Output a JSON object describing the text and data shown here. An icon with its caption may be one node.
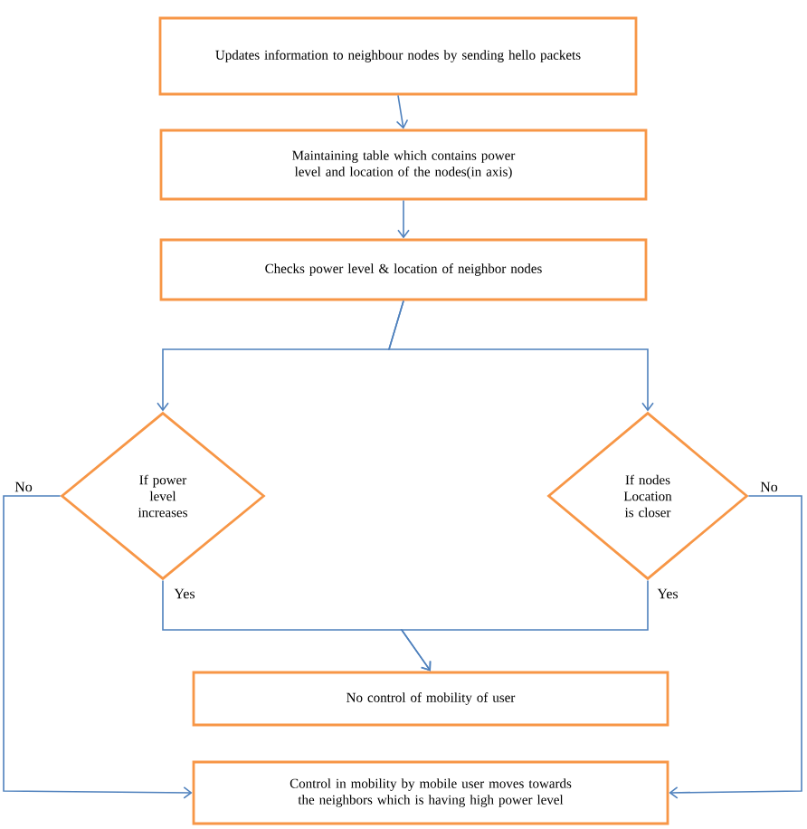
{
  "diagram": {
    "nodes": [
      {
        "text": [
          "Updates information to neighbour nodes by sending hello packets"
        ]
      },
      {
        "text": [
          "Maintaining table which contains power level and location of the nodes(in axis)"
        ]
      },
      {
        "text": [
          "Checks power level & location of neighbor nodes"
        ]
      },
      {
        "text": [
          "If power level increases"
        ]
      },
      {
        "text": [
          "If nodes Location is closer"
        ]
      },
      {
        "text": [
          "No control of mobility of user"
        ]
      },
      {
        "text": [
          "Control in mobility by mobile user moves towards the neighbors which is having high power level"
        ]
      }
    ],
    "edges": [
      {
        "from": 0,
        "to": 1,
        "arrow": "to"
      },
      {
        "from": 1,
        "to": 2,
        "arrow": "to"
      },
      {
        "from": 2,
        "to": 3,
        "arrow": "to"
      },
      {
        "from": 2,
        "to": 4,
        "arrow": "to"
      },
      {
        "from": 3,
        "to": 5,
        "arrow": "to",
        "label": "Yes"
      },
      {
        "from": 4,
        "to": 5,
        "arrow": "to",
        "label": "Yes"
      },
      {
        "from": 3,
        "to": 6,
        "arrow": "to",
        "label": "No"
      },
      {
        "from": 4,
        "to": 6,
        "arrow": "to",
        "label": "No"
      }
    ]
  }
}
